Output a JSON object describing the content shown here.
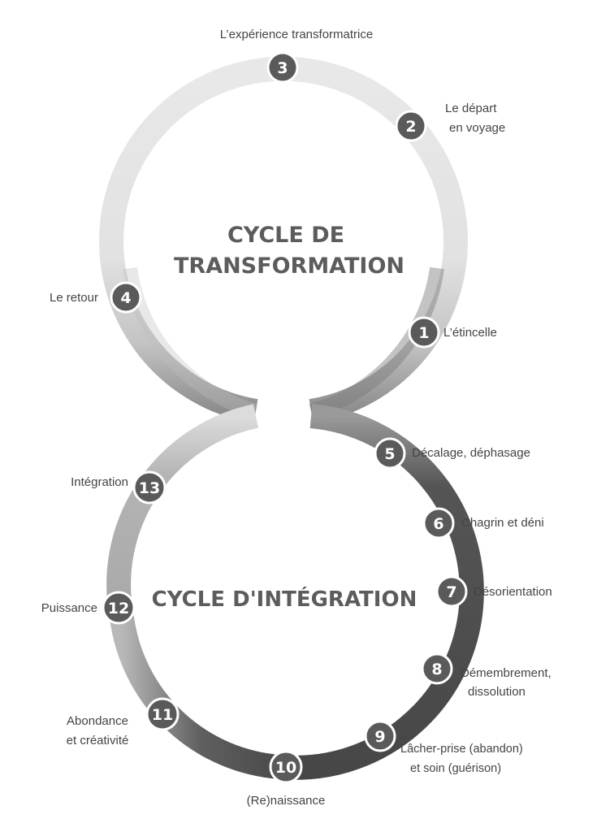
{
  "top_cycle": {
    "title_line1": "CYCLE DE",
    "title_line2": "TRANSFORMATION"
  },
  "bottom_cycle": {
    "title": "CYCLE D'INTÉGRATION"
  },
  "colors": {
    "badge": "#5a5a5a",
    "ring_light": "#e6e6e6",
    "ring_dark": "#4a4a4a",
    "ring_mid": "#aaaaaa",
    "text": "#444444"
  },
  "steps": [
    {
      "number": "1",
      "label": "L’étincelle"
    },
    {
      "number": "2",
      "label_line1": "Le départ",
      "label_line2": "en voyage"
    },
    {
      "number": "3",
      "label": "L’expérience transformatrice"
    },
    {
      "number": "4",
      "label": "Le retour"
    },
    {
      "number": "5",
      "label": "Décalage, déphasage"
    },
    {
      "number": "6",
      "label": "Chagrin et déni"
    },
    {
      "number": "7",
      "label": "Désorientation"
    },
    {
      "number": "8",
      "label_line1": "Démembrement,",
      "label_line2": "dissolution"
    },
    {
      "number": "9",
      "label_line1": "Lâcher-prise (abandon)",
      "label_line2": "et soin (guérison)"
    },
    {
      "number": "10",
      "label": "(Re)naissance"
    },
    {
      "number": "11",
      "label_line1": "Abondance",
      "label_line2": "et créativité"
    },
    {
      "number": "12",
      "label": "Puissance"
    },
    {
      "number": "13",
      "label": "Intégration"
    }
  ]
}
